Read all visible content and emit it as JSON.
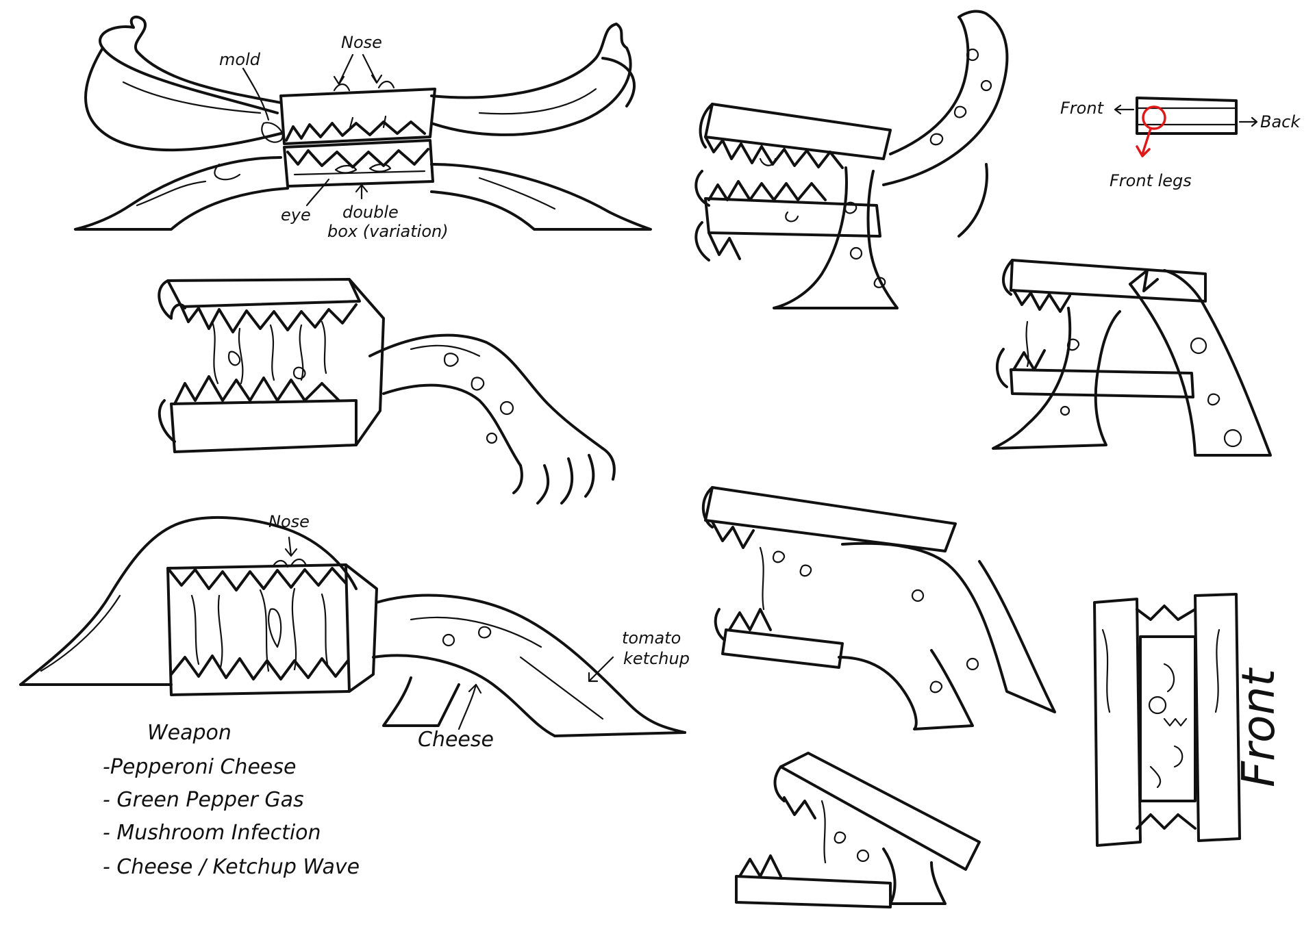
{
  "labels": {
    "mold": "mold",
    "nose_top": "Nose",
    "eye": "eye",
    "double_box_line1": "double",
    "double_box_line2": "box (variation)",
    "nose_bottom": "Nose",
    "tomato_line1": "tomato",
    "tomato_line2": "ketchup",
    "cheese": "Cheese",
    "front_diagram": "Front",
    "back_diagram": "Back",
    "front_legs": "Front legs",
    "front_view": "Front"
  },
  "weapons": {
    "title": "Weapon",
    "items": [
      "-Pepperoni Cheese",
      "- Green Pepper Gas",
      "- Mushroom Infection",
      "- Cheese / Ketchup Wave"
    ]
  },
  "colors": {
    "ink": "#111111",
    "highlight": "#e01818",
    "paper": "#ffffff"
  }
}
